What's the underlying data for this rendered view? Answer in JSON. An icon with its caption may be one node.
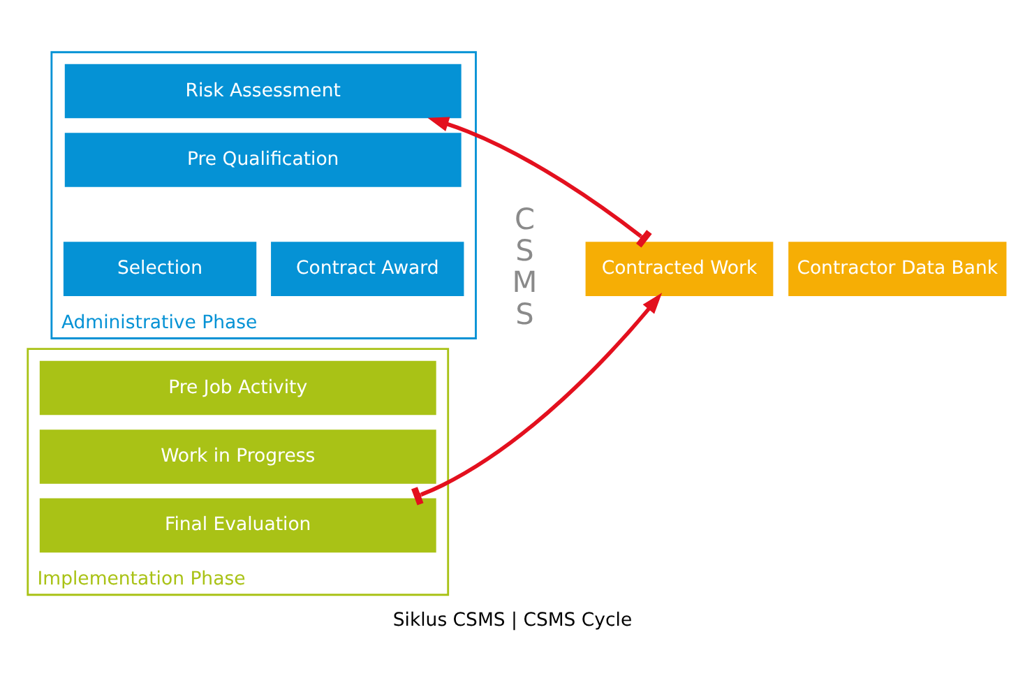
{
  "diagram": {
    "caption": "Siklus CSMS | CSMS Cycle",
    "nodes": [
      {
        "text": [
          "Administrative Phase"
        ]
      },
      {
        "text": [
          "Risk Assessment"
        ],
        "in": 0
      },
      {
        "text": [
          "Pre Qualification"
        ],
        "in": 0
      },
      {
        "text": [
          "Selection"
        ],
        "in": 0
      },
      {
        "text": [
          "Contract Award"
        ],
        "in": 0
      },
      {
        "text": [
          "Implementation Phase"
        ]
      },
      {
        "text": [
          "Pre Job Activity"
        ],
        "in": 5
      },
      {
        "text": [
          "Work in Progress"
        ],
        "in": 5
      },
      {
        "text": [
          "Final Evaluation"
        ],
        "in": 5
      },
      {
        "text": [
          "Contracted Work"
        ]
      },
      {
        "text": [
          "Contractor Data Bank"
        ]
      }
    ],
    "edges": [
      {
        "from": 8,
        "to": 9,
        "arrow": "to"
      },
      {
        "from": 9,
        "to": 1,
        "arrow": "to"
      }
    ],
    "labels": [
      "CSMS"
    ]
  }
}
